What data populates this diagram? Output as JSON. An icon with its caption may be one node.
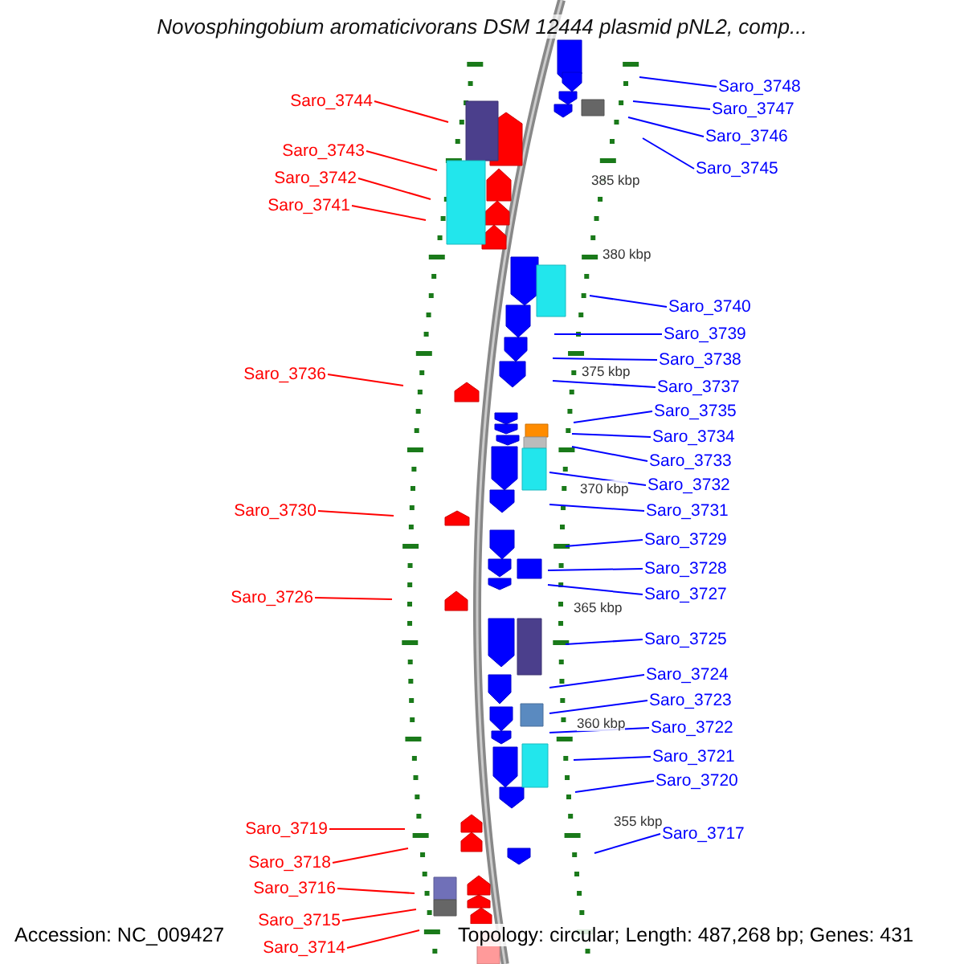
{
  "diagram": {
    "title": "Novosphingobium aromaticivorans DSM 12444 plasmid pNL2, comp...",
    "nodes": [
      {
        "text": [
          "Saro_3748"
        ]
      },
      {
        "text": [
          "Saro_3744"
        ]
      },
      {
        "text": [
          "Saro_3747"
        ]
      },
      {
        "text": [
          "Saro_3746"
        ]
      },
      {
        "text": [
          "Saro_3743"
        ]
      },
      {
        "text": [
          "Saro_3745"
        ]
      },
      {
        "text": [
          "Saro_3742"
        ]
      },
      {
        "text": [
          "Saro_3741"
        ]
      },
      {
        "text": [
          "Saro_3740"
        ]
      },
      {
        "text": [
          "Saro_3739"
        ]
      },
      {
        "text": [
          "Saro_3738"
        ]
      },
      {
        "text": [
          "Saro_3736"
        ]
      },
      {
        "text": [
          "Saro_3737"
        ]
      },
      {
        "text": [
          "Saro_3735"
        ]
      },
      {
        "text": [
          "Saro_3734"
        ]
      },
      {
        "text": [
          "Saro_3733"
        ]
      },
      {
        "text": [
          "Saro_3732"
        ]
      },
      {
        "text": [
          "Saro_3730"
        ]
      },
      {
        "text": [
          "Saro_3731"
        ]
      },
      {
        "text": [
          "Saro_3729"
        ]
      },
      {
        "text": [
          "Saro_3728"
        ]
      },
      {
        "text": [
          "Saro_3727"
        ]
      },
      {
        "text": [
          "Saro_3726"
        ]
      },
      {
        "text": [
          "Saro_3725"
        ]
      },
      {
        "text": [
          "Saro_3724"
        ]
      },
      {
        "text": [
          "Saro_3723"
        ]
      },
      {
        "text": [
          "Saro_3722"
        ]
      },
      {
        "text": [
          "Saro_3721"
        ]
      },
      {
        "text": [
          "Saro_3720"
        ]
      },
      {
        "text": [
          "Saro_3719"
        ]
      },
      {
        "text": [
          "Saro_3717"
        ]
      },
      {
        "text": [
          "Saro_3718"
        ]
      },
      {
        "text": [
          "Saro_3716"
        ]
      },
      {
        "text": [
          "Saro_3715"
        ]
      },
      {
        "text": [
          "Saro_3714"
        ]
      }
    ],
    "edges": [
      {
        "from": 0,
        "to": null,
        "arrow": "none"
      },
      {
        "from": 1,
        "to": null,
        "arrow": "none",
        "color": "#ff0000"
      },
      {
        "from": 2,
        "to": null,
        "arrow": "none"
      },
      {
        "from": 3,
        "to": null,
        "arrow": "none"
      },
      {
        "from": 4,
        "to": null,
        "arrow": "none",
        "color": "#ff0000"
      },
      {
        "from": 5,
        "to": null,
        "arrow": "none"
      },
      {
        "from": 6,
        "to": null,
        "arrow": "none",
        "color": "#ff0000"
      },
      {
        "from": 7,
        "to": null,
        "arrow": "none",
        "color": "#ff0000"
      },
      {
        "from": 8,
        "to": null,
        "arrow": "none"
      },
      {
        "from": 9,
        "to": null,
        "arrow": "none"
      },
      {
        "from": 10,
        "to": null,
        "arrow": "none"
      },
      {
        "from": 11,
        "to": null,
        "arrow": "none",
        "color": "#ff0000"
      },
      {
        "from": 12,
        "to": null,
        "arrow": "none"
      },
      {
        "from": 13,
        "to": null,
        "arrow": "none"
      },
      {
        "from": 14,
        "to": null,
        "arrow": "none"
      },
      {
        "from": 15,
        "to": null,
        "arrow": "none"
      },
      {
        "from": 16,
        "to": null,
        "arrow": "none"
      },
      {
        "from": 17,
        "to": null,
        "arrow": "none",
        "color": "#ff0000"
      },
      {
        "from": 18,
        "to": null,
        "arrow": "none"
      },
      {
        "from": 19,
        "to": null,
        "arrow": "none"
      },
      {
        "from": 20,
        "to": null,
        "arrow": "none"
      },
      {
        "from": 21,
        "to": null,
        "arrow": "none"
      },
      {
        "from": 22,
        "to": null,
        "arrow": "none",
        "color": "#ff0000"
      },
      {
        "from": 23,
        "to": null,
        "arrow": "none"
      },
      {
        "from": 24,
        "to": null,
        "arrow": "none"
      },
      {
        "from": 25,
        "to": null,
        "arrow": "none"
      },
      {
        "from": 26,
        "to": null,
        "arrow": "none"
      },
      {
        "from": 27,
        "to": null,
        "arrow": "none"
      },
      {
        "from": 28,
        "to": null,
        "arrow": "none"
      },
      {
        "from": 29,
        "to": null,
        "arrow": "none",
        "color": "#ff0000"
      },
      {
        "from": 30,
        "to": null,
        "arrow": "none"
      },
      {
        "from": 31,
        "to": null,
        "arrow": "none",
        "color": "#ff0000"
      },
      {
        "from": 32,
        "to": null,
        "arrow": "none",
        "color": "#ff0000"
      },
      {
        "from": 33,
        "to": null,
        "arrow": "none",
        "color": "#ff0000"
      },
      {
        "from": 34,
        "to": null,
        "arrow": "none",
        "color": "#ff0000"
      }
    ],
    "labels": [
      "385 kbp",
      "380 kbp",
      "375 kbp",
      "370 kbp",
      "365 kbp",
      "360 kbp",
      "355 kbp",
      "Accession: NC_009427",
      "Topology: circular; Length: 487,268 bp; Genes: 431"
    ]
  }
}
